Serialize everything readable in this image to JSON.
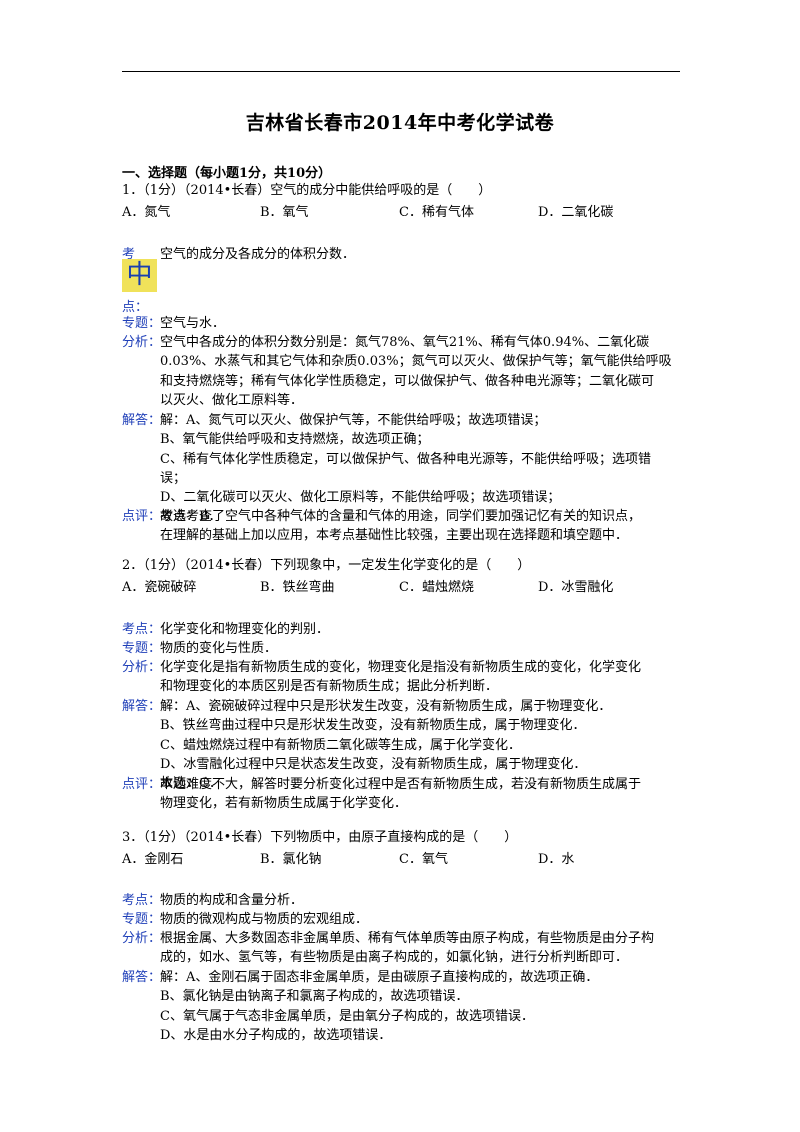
{
  "title": "吉林省长春市2014年中考化学试卷",
  "section": "一、选择题（每小题1分，共10分）",
  "q1": {
    "stem": "1．（1分）（2014•长春）空气的成分中能供给呼吸的是（　　）",
    "options": [
      "A．氮气",
      "B．氧气",
      "C．稀有气体",
      "D．二氧化碳"
    ],
    "kaodian_label": "考",
    "stamp": "中",
    "dian_label": "点：",
    "kaodian": "空气的成分及各成分的体积分数．",
    "zhuanti_label": "专题：",
    "zhuanti": "空气与水．",
    "fenxi_label": "分析：",
    "fenxi": [
      "空气中各成分的体积分数分别是：氮气78%、氧气21%、稀有气体0.94%、二氧化碳",
      "0.03%、水蒸气和其它气体和杂质0.03%；氮气可以灭火、做保护气等；氧气能供给呼吸",
      "和支持燃烧等；稀有气体化学性质稳定，可以做保护气、做各种电光源等；二氧化碳可",
      "以灭火、做化工原料等．"
    ],
    "jieda_label": "解答：",
    "jieda": [
      "解：A、氮气可以灭火、做保护气等，不能供给呼吸；故选项错误；",
      "B、氧气能供给呼吸和支持燃烧，故选项正确；",
      "C、稀有气体化学性质稳定，可以做保护气、做各种电光源等，不能供给呼吸；选项错",
      "误；",
      "D、二氧化碳可以灭火、做化工原料等，不能供给呼吸；故选项错误；",
      "故选：B．"
    ],
    "dianping_label": "点评：",
    "dianping": [
      "考点考查了空气中各种气体的含量和气体的用途，同学们要加强记忆有关的知识点，",
      "在理解的基础上加以应用，本考点基础性比较强，主要出现在选择题和填空题中．"
    ]
  },
  "q2": {
    "stem": "2．（1分）（2014•长春）下列现象中，一定发生化学变化的是（　　）",
    "options": [
      "A．瓷碗破碎",
      "B．铁丝弯曲",
      "C．蜡烛燃烧",
      "D．冰雪融化"
    ],
    "kaodian_label": "考点：",
    "kaodian": "化学变化和物理变化的判别．",
    "zhuanti_label": "专题：",
    "zhuanti": "物质的变化与性质．",
    "fenxi_label": "分析：",
    "fenxi": [
      "化学变化是指有新物质生成的变化，物理变化是指没有新物质生成的变化，化学变化",
      "和物理变化的本质区别是否有新物质生成；据此分析判断．"
    ],
    "jieda_label": "解答：",
    "jieda": [
      "解：A、瓷碗破碎过程中只是形状发生改变，没有新物质生成，属于物理变化．",
      "B、铁丝弯曲过程中只是形状发生改变，没有新物质生成，属于物理变化．",
      "C、蜡烛燃烧过程中有新物质二氧化碳等生成，属于化学变化．",
      "D、冰雪融化过程中只是状态发生改变，没有新物质生成，属于物理变化．",
      "故选：C．"
    ],
    "dianping_label": "点评：",
    "dianping": [
      "本题难度不大，解答时要分析变化过程中是否有新物质生成，若没有新物质生成属于",
      "物理变化，若有新物质生成属于化学变化．"
    ]
  },
  "q3": {
    "stem": "3．（1分）（2014•长春）下列物质中，由原子直接构成的是（　　）",
    "options": [
      "A．金刚石",
      "B．氯化钠",
      "C．氧气",
      "D．水"
    ],
    "kaodian_label": "考点：",
    "kaodian": "物质的构成和含量分析．",
    "zhuanti_label": "专题：",
    "zhuanti": "物质的微观构成与物质的宏观组成．",
    "fenxi_label": "分析：",
    "fenxi": [
      "根据金属、大多数固态非金属单质、稀有气体单质等由原子构成，有些物质是由分子构",
      "成的，如水、氢气等，有些物质是由离子构成的，如氯化钠，进行分析判断即可．"
    ],
    "jieda_label": "解答：",
    "jieda": [
      "解：A、金刚石属于固态非金属单质，是由碳原子直接构成的，故选项正确．",
      "B、氯化钠是由钠离子和氯离子构成的，故选项错误．",
      "C、氧气属于气态非金属单质，是由氧分子构成的，故选项错误．",
      "D、水是由水分子构成的，故选项错误．"
    ]
  },
  "colors": {
    "label_blue": "#1f3fb8",
    "stamp_bg": "#f0e25a"
  }
}
